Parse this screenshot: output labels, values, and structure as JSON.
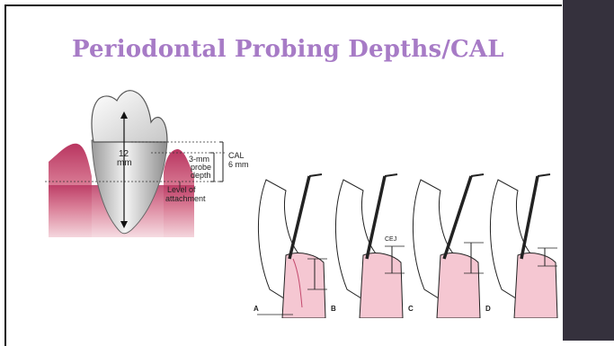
{
  "slide": {
    "title": "Periodontal Probing Depths/CAL"
  },
  "tooth_diagram": {
    "crown_length": "12",
    "crown_unit": "mm",
    "probe_depth_1": "3-mm",
    "probe_depth_2": "probe",
    "probe_depth_3": "depth",
    "cal_label": "CAL",
    "cal_value": "6 mm",
    "attachment_1": "Level of",
    "attachment_2": "attachment"
  },
  "probe_panels": {
    "labels": [
      "A",
      "B",
      "C",
      "D"
    ],
    "cej_label": "CEJ"
  },
  "colors": {
    "title": "#a77bc6",
    "sidebar": "#35313d",
    "gingiva": "#c44a6e",
    "gingiva_light": "#f2c6d0"
  }
}
